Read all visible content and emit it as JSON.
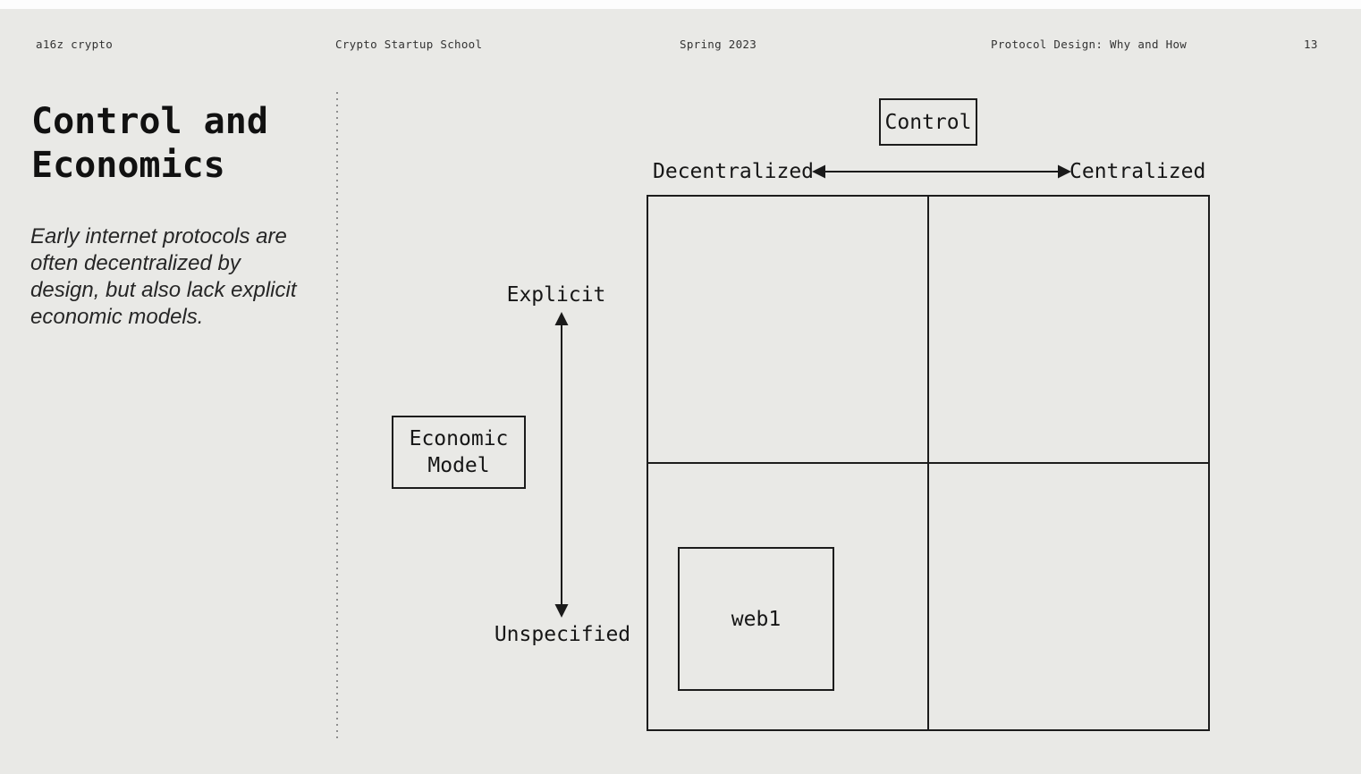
{
  "header": {
    "brand": "a16z crypto",
    "program": "Crypto Startup School",
    "term": "Spring 2023",
    "title": "Protocol Design: Why and How",
    "page_number": "13"
  },
  "content": {
    "title_lines": [
      "Control and",
      "Economics"
    ],
    "subtitle_lines": [
      "Early internet protocols are",
      "often decentralized by",
      "design, but also lack explicit",
      "economic models."
    ]
  },
  "diagram": {
    "control_axis_label": "Control",
    "x_axis_left": "Decentralized",
    "x_axis_right": "Centralized",
    "y_axis_top": "Explicit",
    "y_axis_bottom": "Unspecified",
    "economic_model_lines": [
      "Economic",
      "Model"
    ],
    "matrix": {
      "rows": 2,
      "cols": 2,
      "items": [
        {
          "label": "web1",
          "quadrant": "bottom-left"
        }
      ]
    }
  },
  "colors": {
    "background": "#e9e9e6",
    "top_strip": "#fdfdfd",
    "ink": "#1a1a1a",
    "divider_dot": "#8f8f8f"
  }
}
